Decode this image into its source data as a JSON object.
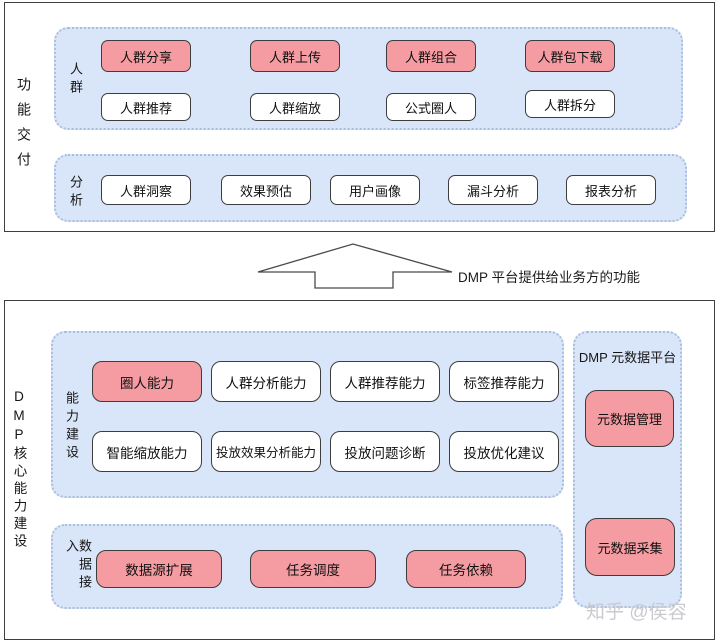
{
  "colors": {
    "container_blue": "#d9e5f8",
    "container_dotted_border": "#a9bedf",
    "highlight_pink": "#f59ba2",
    "box_border": "#3d3d3d",
    "frame_border": "#3f3f3f",
    "watermark_gray": "#c9cbd1"
  },
  "top_frame": {
    "side_label": "功能交付",
    "crowd_group": {
      "label": "人群",
      "pink_row": [
        "人群分享",
        "人群上传",
        "人群组合",
        "人群包下载"
      ],
      "white_row": [
        "人群推荐",
        "人群缩放",
        "公式圈人",
        "人群拆分"
      ]
    },
    "analysis_group": {
      "label": "分析",
      "boxes": [
        "人群洞察",
        "效果预估",
        "用户画像",
        "漏斗分析",
        "报表分析"
      ]
    }
  },
  "arrow": {
    "caption": "DMP 平台提供给业务方的功能"
  },
  "bottom_frame": {
    "side_label": "DMP核心能力建设",
    "capability_group": {
      "label": "能力建设",
      "row1": [
        "圈人能力",
        "人群分析能力",
        "人群推荐能力",
        "标签推荐能力"
      ],
      "row2": [
        "智能缩放能力",
        "投放效果分析能力",
        "投放问题诊断",
        "投放优化建议"
      ]
    },
    "data_access_group": {
      "label": "数据接入",
      "boxes": [
        "数据源扩展",
        "任务调度",
        "任务依赖"
      ]
    },
    "metadata_panel": {
      "title": "DMP 元数据平台",
      "boxes": [
        "元数据管理",
        "元数据采集"
      ]
    }
  },
  "watermark": "知乎 @侯容"
}
